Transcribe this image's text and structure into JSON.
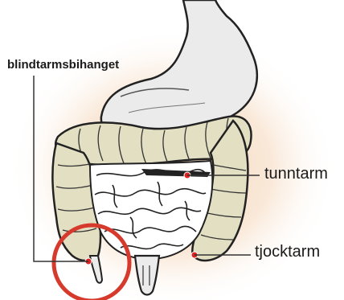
{
  "labels": {
    "appendix": "blindtarmsbihanget",
    "small_intestine": "tunntarm",
    "large_intestine": "tjocktarm"
  },
  "colors": {
    "glow": "#f6dcc4",
    "colon_fill": "#e3dfc2",
    "stomach_fill": "#ebebeb",
    "outline": "#222222",
    "marker_red": "#dd2222",
    "highlight_circle": "#d63a2c",
    "leader_line": "#333333"
  }
}
